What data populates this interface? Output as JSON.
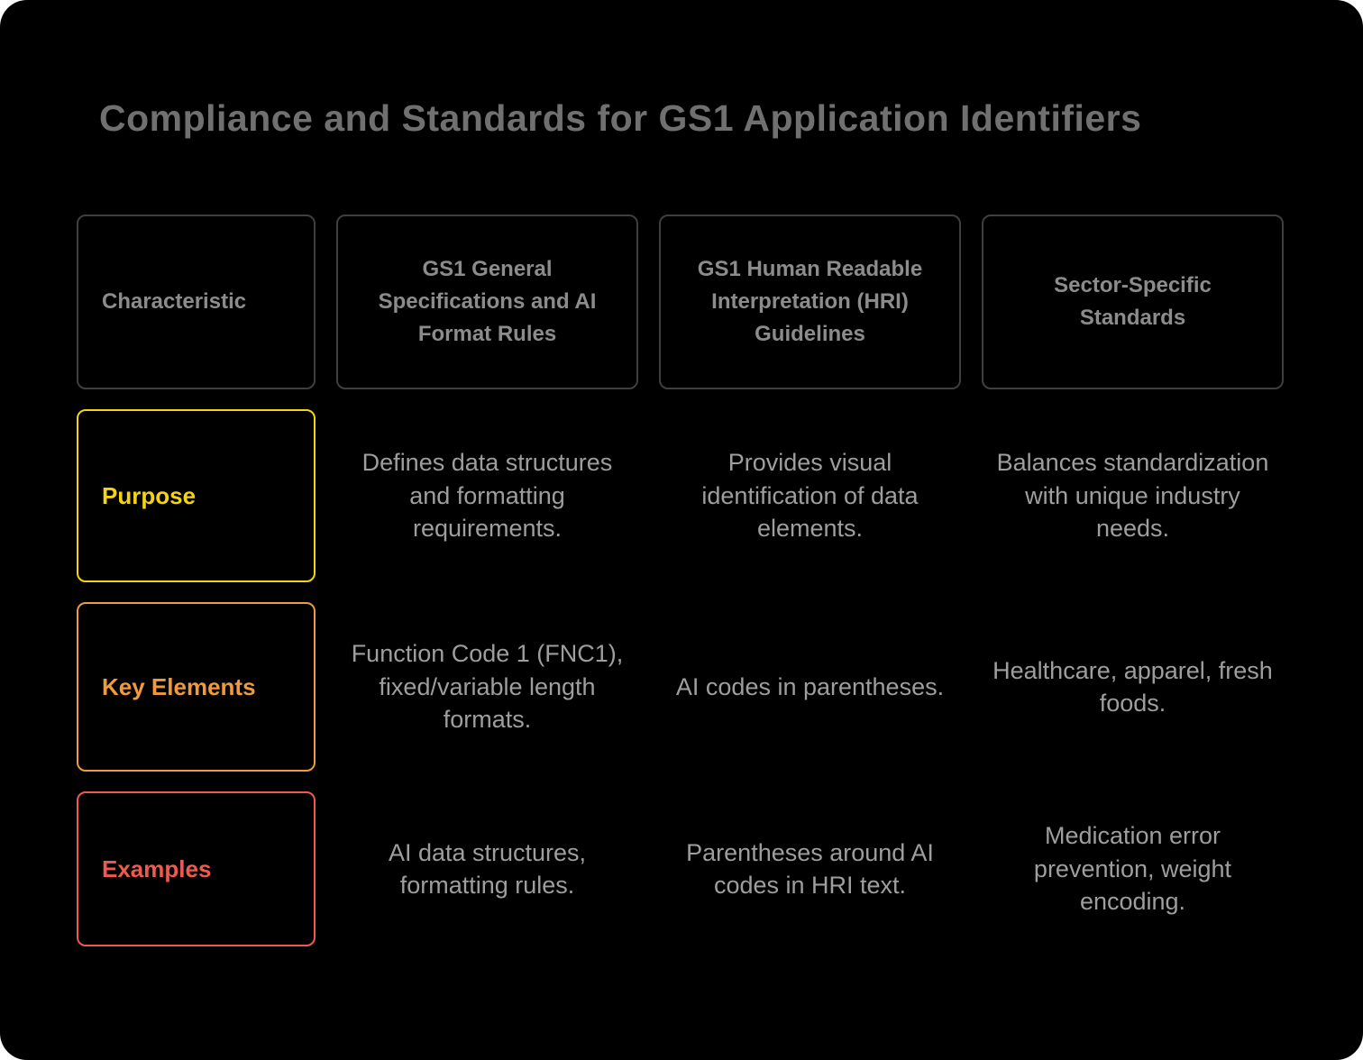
{
  "page": {
    "title": "Compliance and Standards for GS1 Application Identifiers"
  },
  "colors": {
    "background": "#000000",
    "title_text": "#707070",
    "header_border": "#3f3f3f",
    "header_text": "#8c8c8c",
    "cell_text": "#9e9e9e",
    "purpose_accent": "#f2d414",
    "key_elements_accent": "#ef9a3d",
    "examples_accent": "#ee5a52"
  },
  "table": {
    "headers": [
      "Characteristic",
      "GS1 General Specifications and AI Format Rules",
      "GS1 Human Readable Interpretation (HRI) Guidelines",
      "Sector-Specific Standards"
    ],
    "rows": [
      {
        "label": "Purpose",
        "color": "#f2d414",
        "cells": [
          "Defines data structures and formatting requirements.",
          "Provides visual identification of data elements.",
          "Balances standardization with unique industry needs."
        ]
      },
      {
        "label": "Key Elements",
        "color": "#ef9a3d",
        "cells": [
          "Function Code 1 (FNC1), fixed/variable length formats.",
          "AI codes in parentheses.",
          "Healthcare, apparel, fresh foods."
        ]
      },
      {
        "label": "Examples",
        "color": "#ee5a52",
        "cells": [
          "AI data structures, formatting rules.",
          "Parentheses around AI codes in HRI text.",
          "Medication error prevention, weight encoding."
        ]
      }
    ]
  }
}
